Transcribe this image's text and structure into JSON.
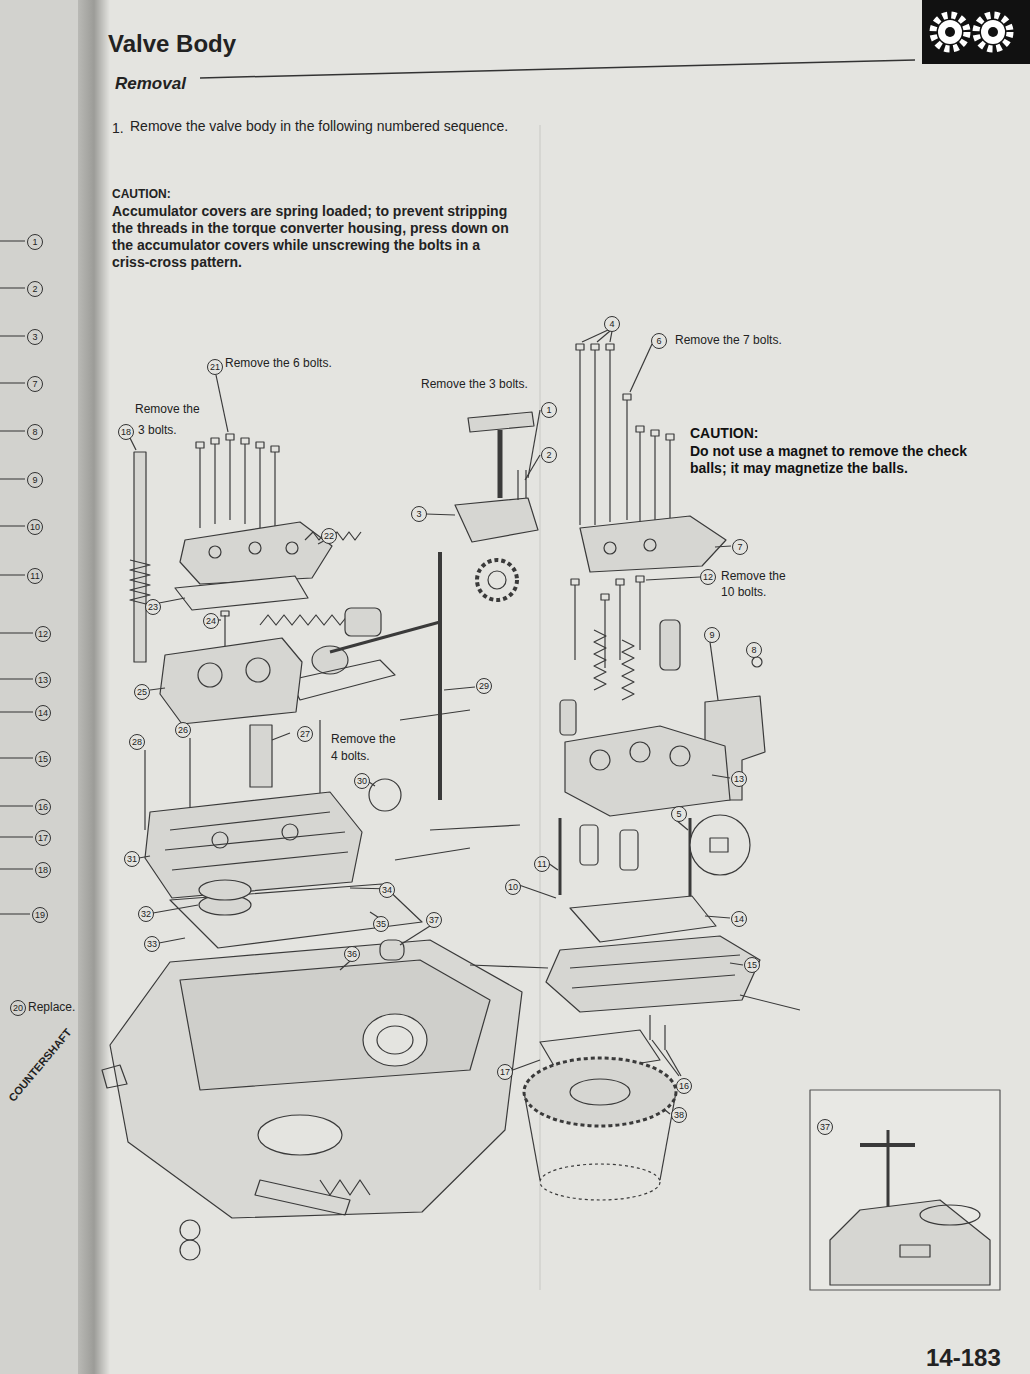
{
  "diagram": {
    "title": "Valve Body",
    "labels": [
      "Removal",
      "1.",
      "Remove the valve body in the following numbered sequence.",
      "CAUTION:",
      "Accumulator covers are spring loaded; to prevent stripping the threads in the torque converter housing, press down on the accumulator covers while unscrewing the bolts in a criss-cross pattern.",
      "21",
      "Remove the 6 bolts.",
      "Remove the 3 bolts.",
      "Remove the",
      "18",
      "3 bolts.",
      "6",
      "Remove the 7 bolts.",
      "CAUTION:",
      "Do not use a magnet to remove the check balls; it may magnetize the balls.",
      "12",
      "Remove the",
      "10 bolts.",
      "Remove the",
      "4 bolts.",
      "1",
      "2",
      "3",
      "4",
      "5",
      "7",
      "8",
      "9",
      "10",
      "11",
      "13",
      "14",
      "15",
      "16",
      "17",
      "22",
      "23",
      "24",
      "25",
      "26",
      "27",
      "28",
      "29",
      "30",
      "31",
      "32",
      "33",
      "34",
      "35",
      "36",
      "37",
      "38",
      "37",
      "1",
      "2",
      "3",
      "7",
      "8",
      "9",
      "10",
      "11",
      "12",
      "13",
      "14",
      "15",
      "16",
      "17",
      "18",
      "19",
      "20",
      "Replace.",
      "COUNTERSHAFT",
      "14-183"
    ]
  }
}
